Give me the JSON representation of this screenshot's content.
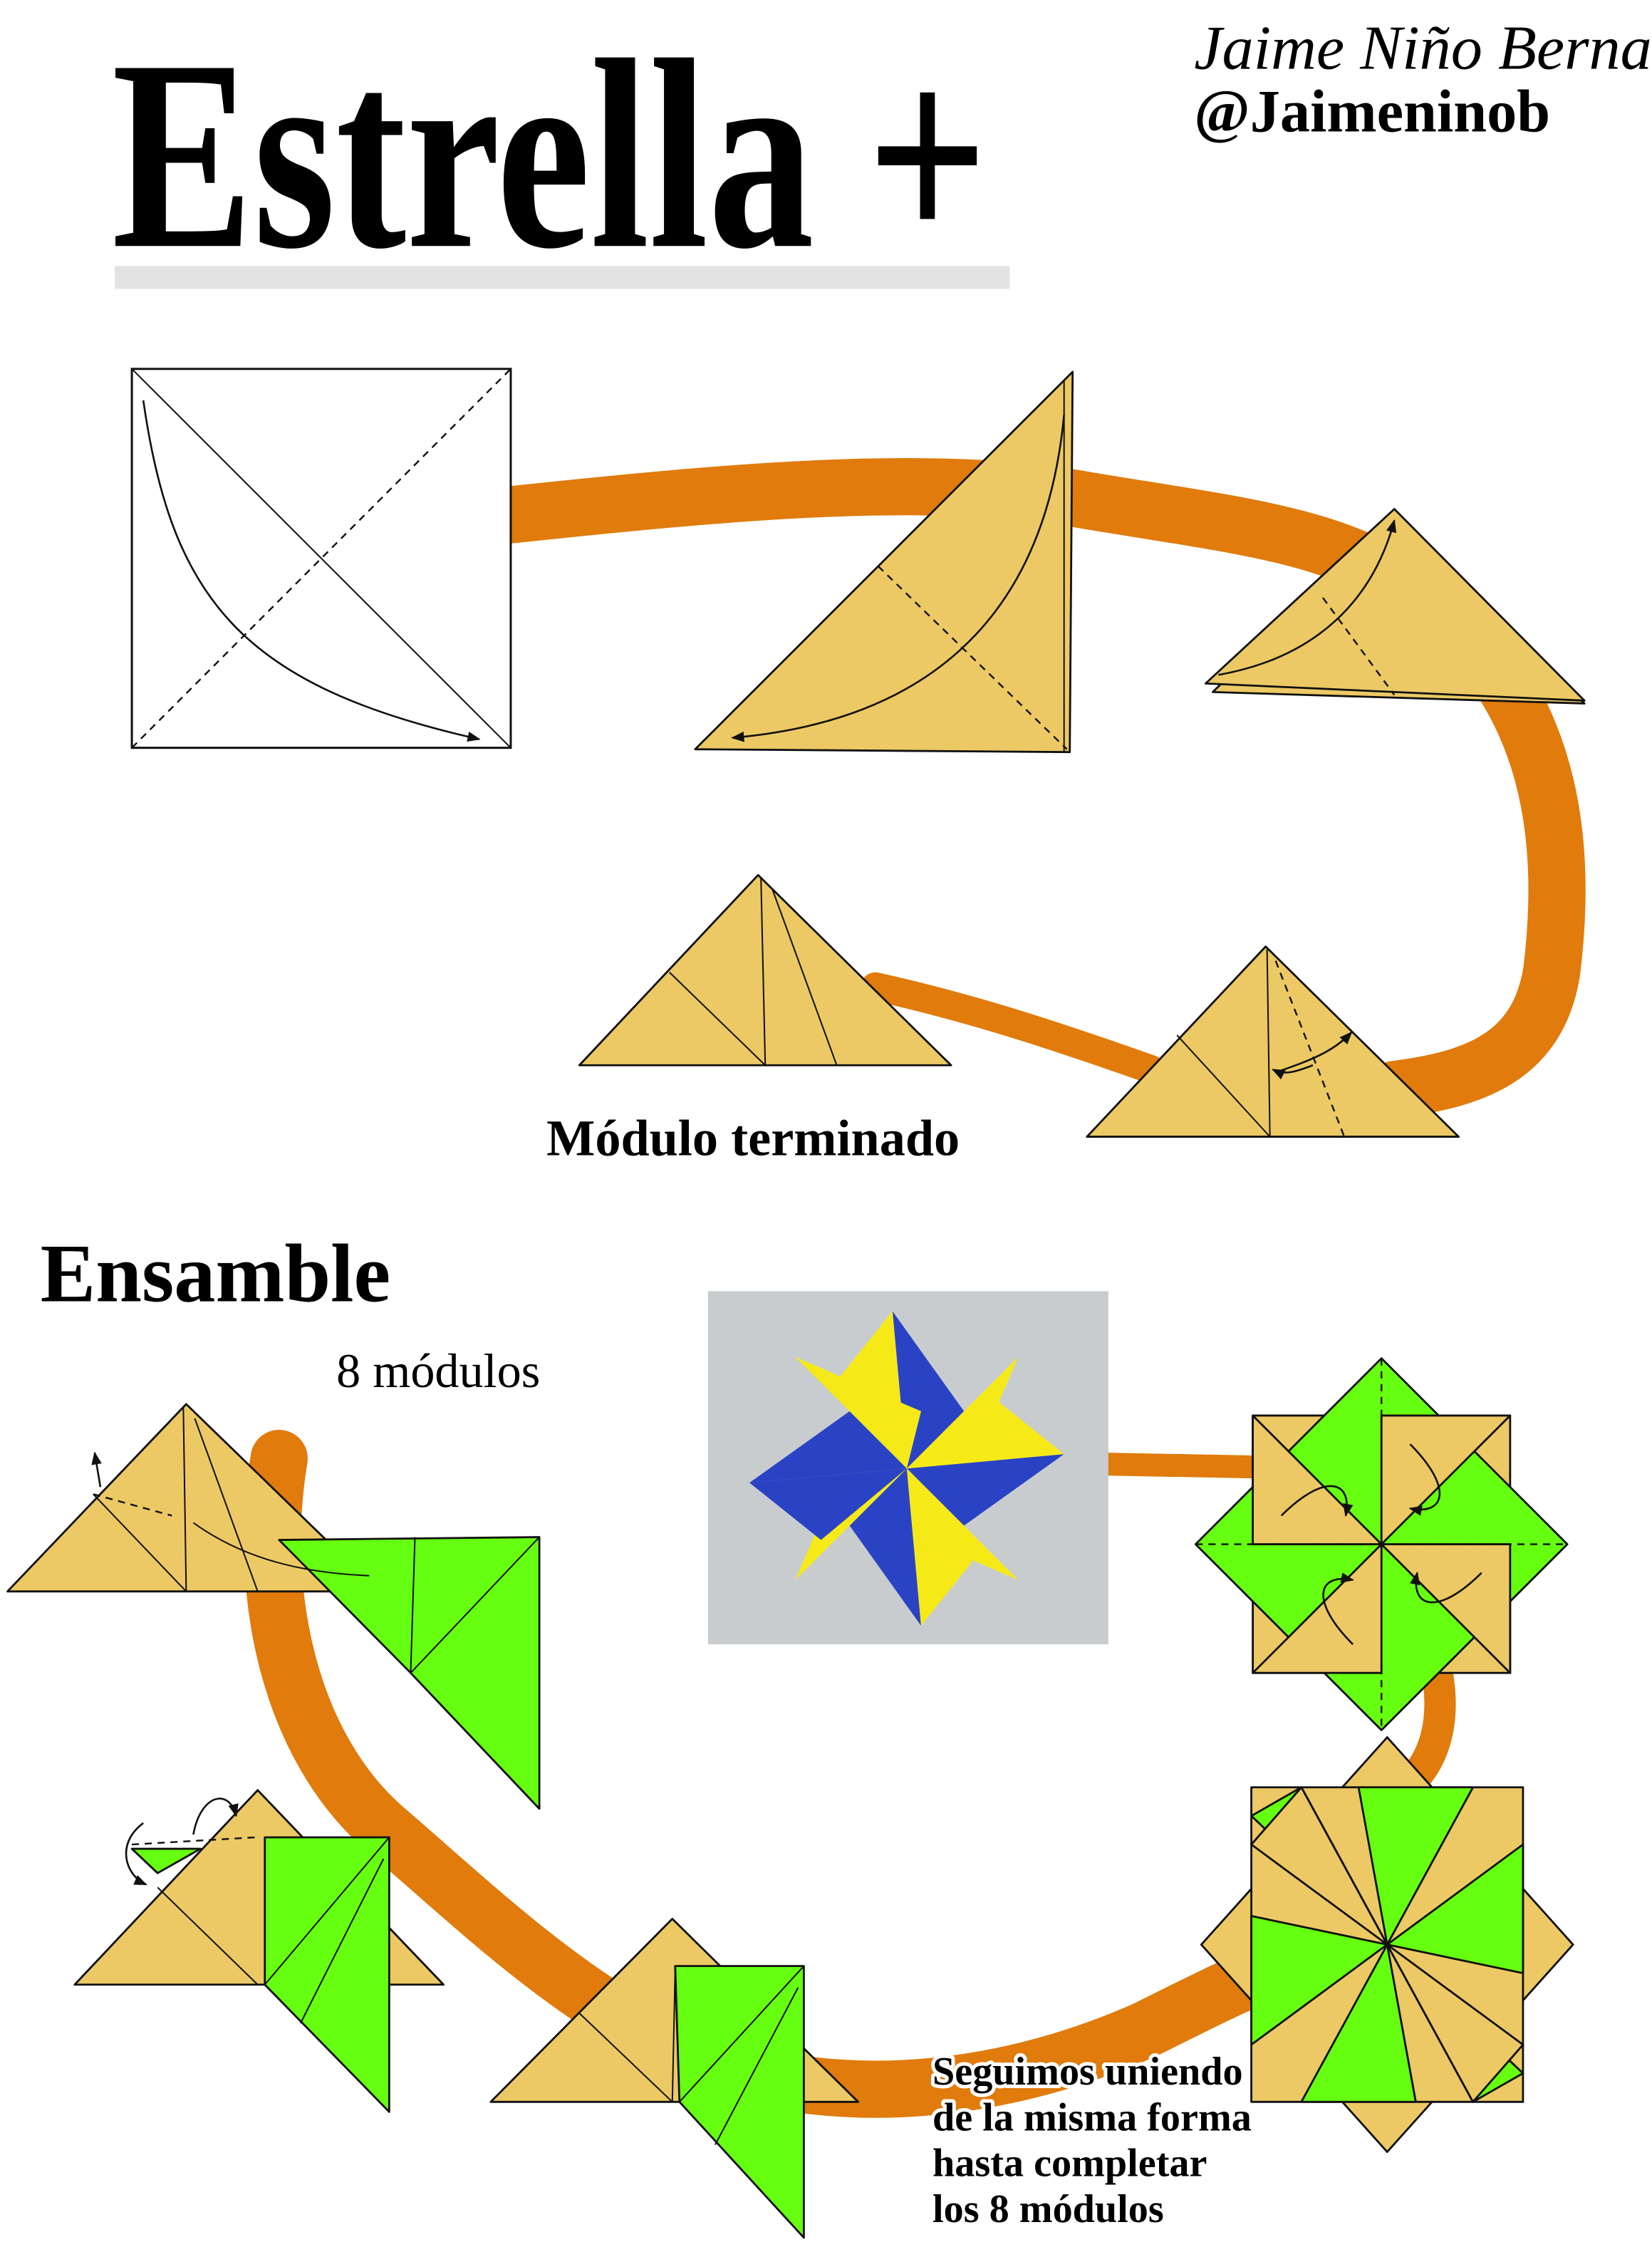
{
  "header": {
    "title": "Estrella +",
    "author": "Jaime Niño Bernal",
    "handle": "@Jaimeninob"
  },
  "folding": {
    "finished_label": "Módulo terminado"
  },
  "assembly": {
    "section_title": "Ensamble",
    "module_count_label": "8 módulos",
    "instructions": [
      "Seguimos uniendo",
      "de la misma forma",
      "hasta completar",
      "los 8 módulos"
    ]
  },
  "colors": {
    "paper_tan": "#ecc964",
    "paper_green": "#66ff11",
    "flow_orange": "#e07b0c",
    "photo_blue": "#2a43c4",
    "photo_yellow": "#f5ea17"
  }
}
